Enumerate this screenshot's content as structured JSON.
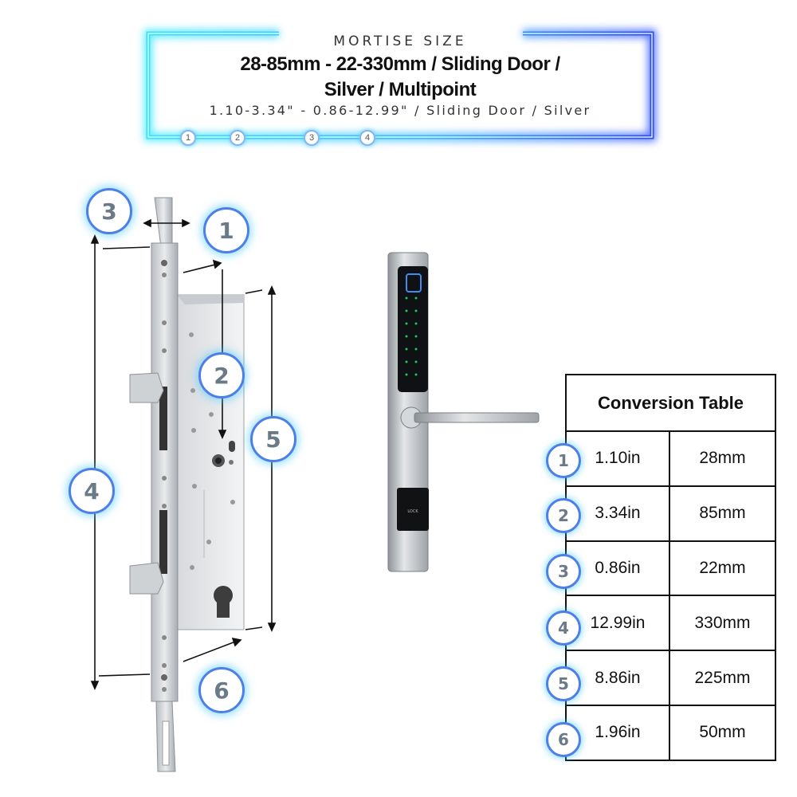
{
  "header": {
    "caption": "MORTISE SIZE",
    "title_line1": "28-85mm - 22-330mm / Sliding Door /",
    "title_line2": "Silver / Multipoint",
    "subtitle": "1.10-3.34\" - 0.86-12.99\" / Sliding Door / Silver",
    "markers": [
      "1",
      "2",
      "3",
      "4"
    ]
  },
  "callouts": [
    "1",
    "2",
    "3",
    "4",
    "5",
    "6"
  ],
  "handle": {
    "lock_label": "LOCK"
  },
  "table": {
    "title": "Conversion Table",
    "rows": [
      {
        "num": "1",
        "inch": "1.10in",
        "mm": "28mm"
      },
      {
        "num": "2",
        "inch": "3.34in",
        "mm": "85mm"
      },
      {
        "num": "3",
        "inch": "0.86in",
        "mm": "22mm"
      },
      {
        "num": "4",
        "inch": "12.99in",
        "mm": "330mm"
      },
      {
        "num": "5",
        "inch": "8.86in",
        "mm": "225mm"
      },
      {
        "num": "6",
        "inch": "1.96in",
        "mm": "50mm"
      }
    ]
  },
  "colors": {
    "neon_cyan": "#2fe0ff",
    "neon_blue": "#2a5cff",
    "circle_border": "#4d7fe8"
  }
}
